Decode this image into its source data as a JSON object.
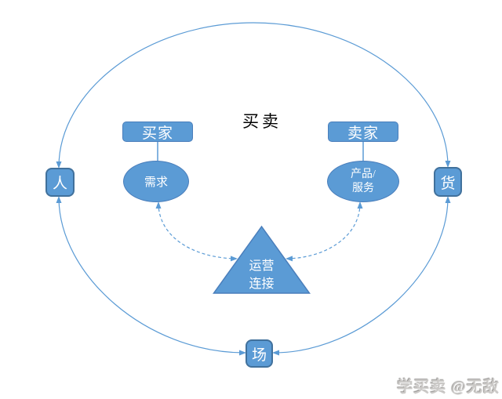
{
  "title": "买卖",
  "nodes": {
    "person": "人",
    "goods": "货",
    "place": "场"
  },
  "labels": {
    "buyer": "买家",
    "seller": "卖家"
  },
  "shapes": {
    "demand": "需求",
    "product": "产品/\n服务",
    "operations": "运营\n连接"
  },
  "watermark": "学买卖 @无敌",
  "colors": {
    "shape_fill": "#5b9bd5",
    "shape_border": "#41719c",
    "connector": "#5b9bd5",
    "title_text": "#000000",
    "shape_text": "#ffffff",
    "watermark_text": "#cbc9c7"
  }
}
